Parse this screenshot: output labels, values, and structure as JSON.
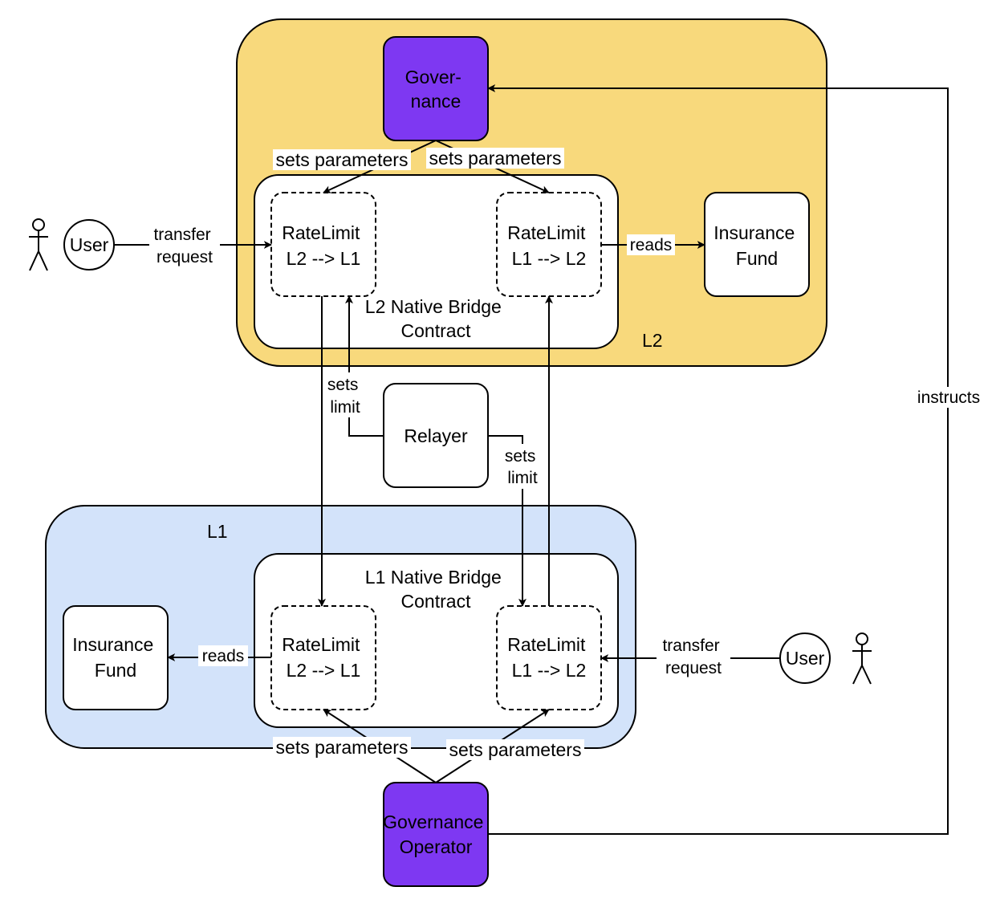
{
  "regions": {
    "l2": {
      "label": "L2"
    },
    "l1": {
      "label": "L1"
    }
  },
  "l2": {
    "governance": {
      "line1": "Gover-",
      "line2": "nance"
    },
    "bridge": {
      "line1": "L2 Native Bridge",
      "line2": "Contract"
    },
    "ratelimit_l2_l1": {
      "line1": "RateLimit",
      "line2": "L2 --> L1"
    },
    "ratelimit_l1_l2": {
      "line1": "RateLimit",
      "line2": "L1 --> L2"
    },
    "insurance": {
      "line1": "Insurance",
      "line2": "Fund"
    },
    "user": {
      "label": "User"
    }
  },
  "l1": {
    "bridge": {
      "line1": "L1 Native Bridge",
      "line2": "Contract"
    },
    "ratelimit_l2_l1": {
      "line1": "RateLimit",
      "line2": "L2 --> L1"
    },
    "ratelimit_l1_l2": {
      "line1": "RateLimit",
      "line2": "L1 --> L2"
    },
    "insurance": {
      "line1": "Insurance",
      "line2": "Fund"
    },
    "user": {
      "label": "User"
    }
  },
  "relayer": {
    "label": "Relayer"
  },
  "operator": {
    "line1": "Governance",
    "line2": "Operator"
  },
  "edges": {
    "sets_parameters": "sets parameters",
    "transfer_line1": "transfer",
    "transfer_line2": "request",
    "reads": "reads",
    "sets": "sets",
    "limit": "limit",
    "instructs": "instructs"
  },
  "colors": {
    "l2_region": "#f8d97c",
    "l1_region": "#d3e3fa",
    "governance": "#7e38f2"
  }
}
